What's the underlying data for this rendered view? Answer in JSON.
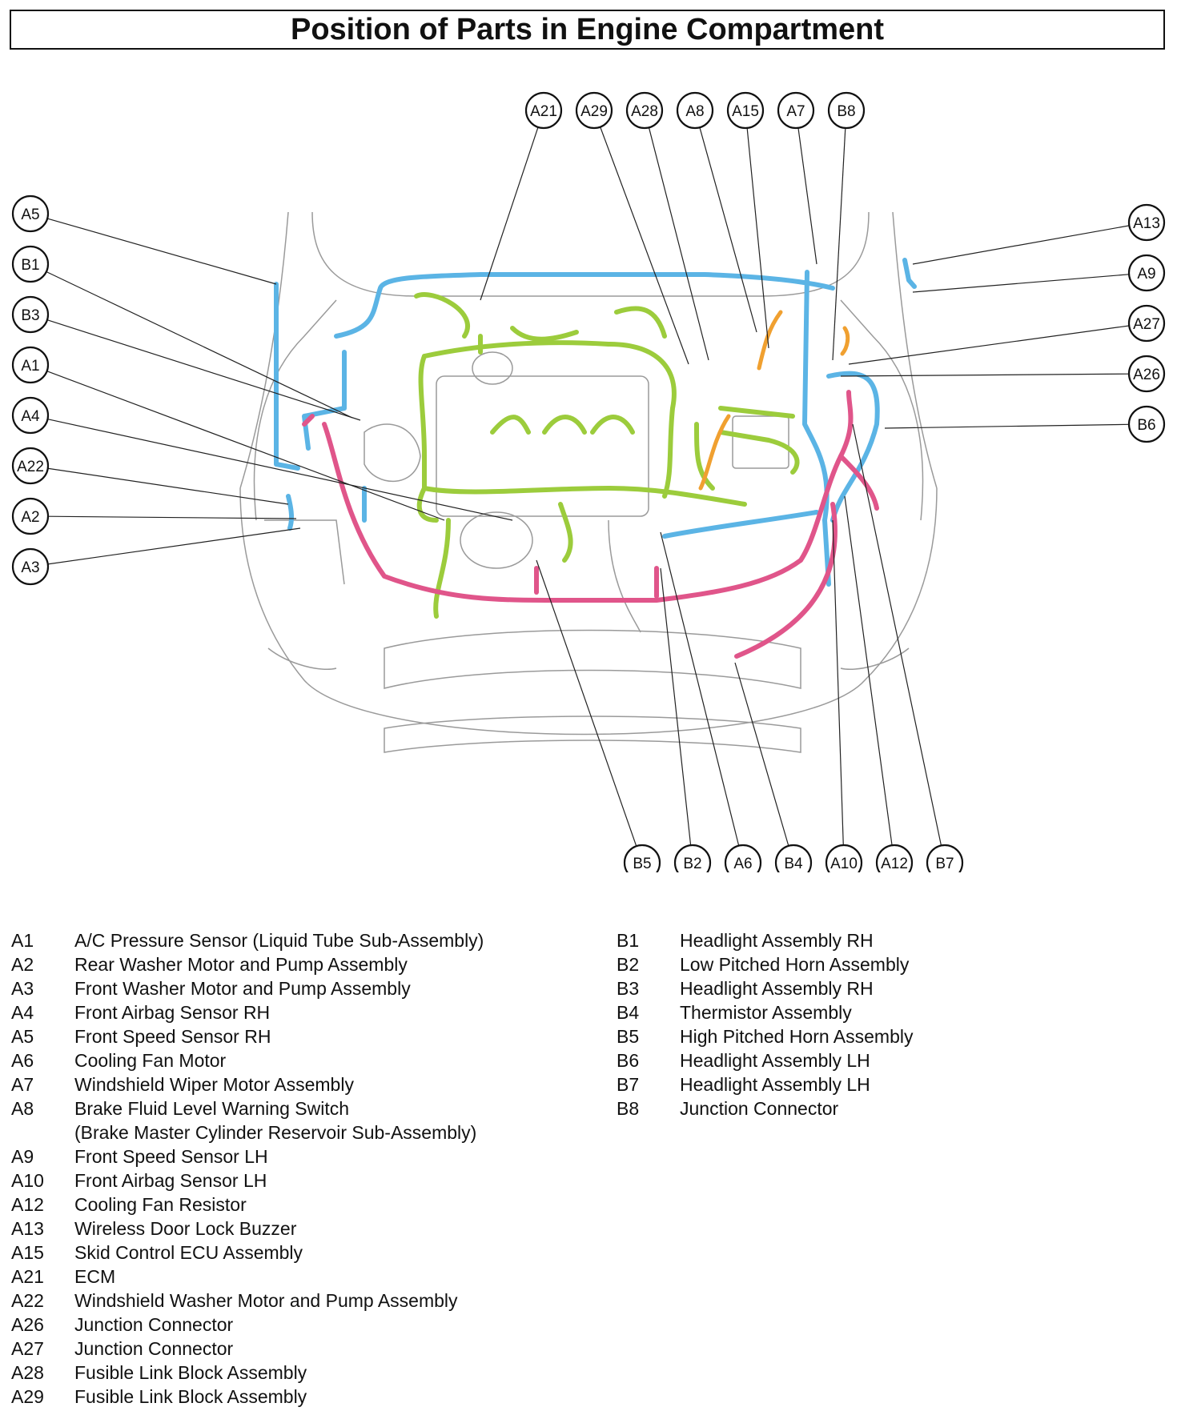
{
  "title": "Position of Parts in Engine Compartment",
  "colors": {
    "blue_harness": "#5bb4e5",
    "green_harness": "#9ccc3c",
    "pink_harness": "#e0558a",
    "orange_harness": "#f0a030",
    "outline": "#9a9a9a",
    "leader": "#222222"
  },
  "callouts": {
    "top": [
      "A21",
      "A29",
      "A28",
      "A8",
      "A15",
      "A7",
      "B8"
    ],
    "left": [
      "A5",
      "B1",
      "B3",
      "A1",
      "A4",
      "A22",
      "A2",
      "A3"
    ],
    "right": [
      "A13",
      "A9",
      "A27",
      "A26",
      "B6"
    ],
    "bottom": [
      "B5",
      "B2",
      "A6",
      "B4",
      "A10",
      "A12",
      "B7"
    ]
  },
  "legend_left": [
    {
      "code": "A1",
      "name": "A/C Pressure Sensor (Liquid Tube Sub-Assembly)"
    },
    {
      "code": "A2",
      "name": "Rear Washer Motor and Pump Assembly"
    },
    {
      "code": "A3",
      "name": "Front Washer Motor and Pump Assembly"
    },
    {
      "code": "A4",
      "name": "Front Airbag Sensor RH"
    },
    {
      "code": "A5",
      "name": "Front Speed Sensor RH"
    },
    {
      "code": "A6",
      "name": "Cooling Fan Motor"
    },
    {
      "code": "A7",
      "name": "Windshield Wiper Motor Assembly"
    },
    {
      "code": "A8",
      "name": "Brake Fluid Level Warning Switch"
    },
    {
      "code": "",
      "name": "(Brake Master Cylinder Reservoir Sub-Assembly)"
    },
    {
      "code": "A9",
      "name": "Front Speed Sensor LH"
    },
    {
      "code": "A10",
      "name": "Front Airbag Sensor LH"
    },
    {
      "code": "A12",
      "name": "Cooling Fan Resistor"
    },
    {
      "code": "A13",
      "name": "Wireless Door Lock Buzzer"
    },
    {
      "code": "A15",
      "name": "Skid Control ECU Assembly"
    },
    {
      "code": "A21",
      "name": "ECM"
    },
    {
      "code": "A22",
      "name": "Windshield Washer Motor and Pump Assembly"
    },
    {
      "code": "A26",
      "name": "Junction Connector"
    },
    {
      "code": "A27",
      "name": "Junction Connector"
    },
    {
      "code": "A28",
      "name": "Fusible Link Block Assembly"
    },
    {
      "code": "A29",
      "name": "Fusible Link Block Assembly"
    }
  ],
  "legend_right": [
    {
      "code": "B1",
      "name": "Headlight Assembly RH"
    },
    {
      "code": "B2",
      "name": "Low Pitched Horn Assembly"
    },
    {
      "code": "B3",
      "name": "Headlight Assembly RH"
    },
    {
      "code": "B4",
      "name": "Thermistor Assembly"
    },
    {
      "code": "B5",
      "name": "High Pitched Horn Assembly"
    },
    {
      "code": "B6",
      "name": "Headlight Assembly LH"
    },
    {
      "code": "B7",
      "name": "Headlight Assembly LH"
    },
    {
      "code": "B8",
      "name": "Junction Connector"
    }
  ]
}
